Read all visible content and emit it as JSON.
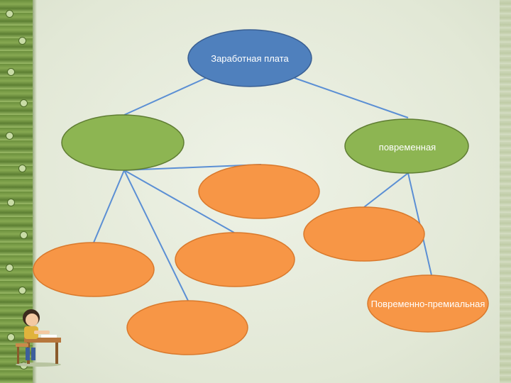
{
  "colors": {
    "blue": "#4f80bd",
    "blue_stroke": "#3a5f93",
    "green": "#8db552",
    "green_stroke": "#5f7d33",
    "orange": "#f79646",
    "orange_stroke": "#d9792c",
    "line": "#5b8fd4"
  },
  "nodes": {
    "root": {
      "label": "Заработная плата"
    },
    "left": {
      "label": ""
    },
    "right": {
      "label": "повременная"
    },
    "premium": {
      "label": "Повременно-премиальная"
    }
  },
  "icons": {
    "decoration": "girl-at-desk-icon"
  }
}
